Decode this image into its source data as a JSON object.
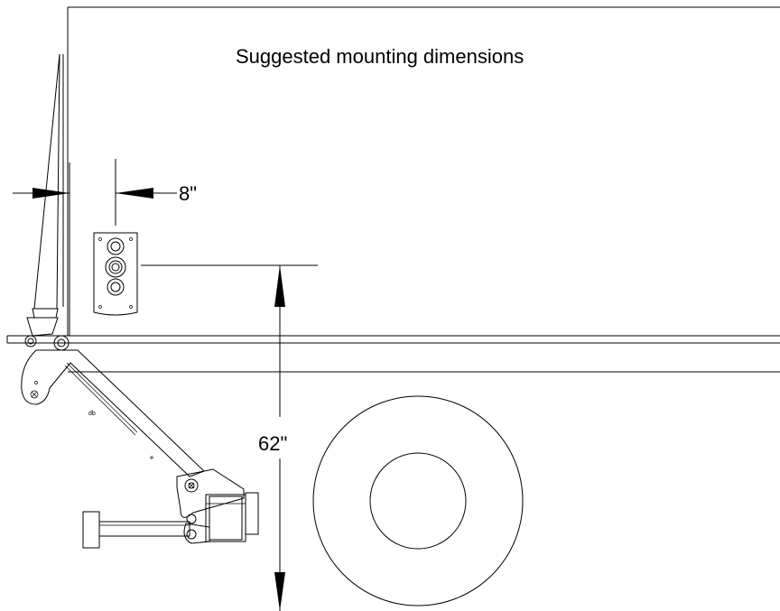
{
  "title": "Suggested mounting dimensions",
  "dimensions": {
    "horizontal": "8\"",
    "vertical": "62\""
  },
  "colors": {
    "line": "#000000",
    "background": "#ffffff"
  }
}
